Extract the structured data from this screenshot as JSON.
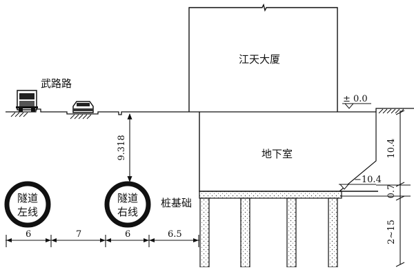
{
  "labels": {
    "building": "江天大厦",
    "basement": "地下室",
    "road": "武路路",
    "pile": "桩基础",
    "tunnel_left": [
      "隧道",
      "左线"
    ],
    "tunnel_right": [
      "隧道",
      "右线"
    ]
  },
  "elevations": {
    "ground": "± 0.0",
    "basement_bottom": "−10.4"
  },
  "dimensions": {
    "tunnel_depth": "9.318",
    "depth_basement": "10.4",
    "depth_slab": "0.7",
    "depth_piles": "2~15",
    "tunnel_diameter_left": "6",
    "tunnel_spacing": "7",
    "tunnel_diameter_right": "6",
    "tunnel_to_pile": "6.5"
  },
  "colors": {
    "line": "#111111",
    "background": "#ffffff"
  }
}
